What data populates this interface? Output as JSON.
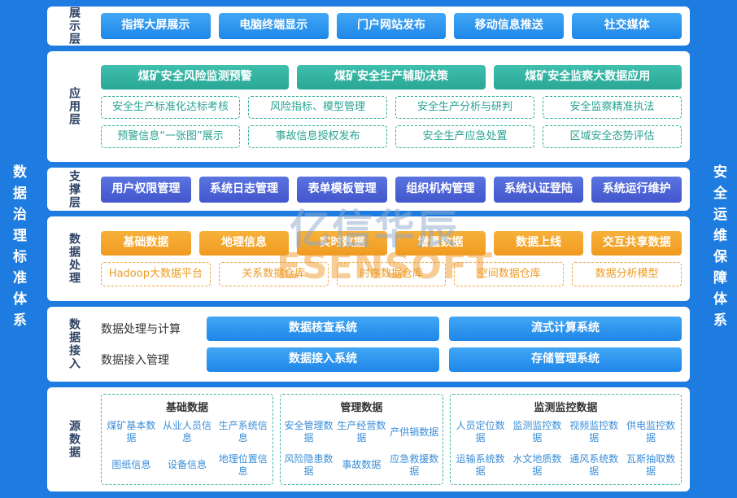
{
  "side_labels": {
    "left": "数据治理标准体系",
    "right": "安全运维保障体系"
  },
  "watermark": {
    "line1": "亿信华辰",
    "line2": "ESENSOFT"
  },
  "colors": {
    "background_blue": "#1e7ce0",
    "button_blue": "#2191ee",
    "button_teal": "#2fb3a3",
    "button_indigo": "#4a63d4",
    "button_orange": "#f5a72b",
    "dashed_teal": "#2fae9c",
    "dashed_orange": "#f0a43c",
    "source_item_text": "#3a8ed8",
    "panel_label_text": "#2e4363"
  },
  "layers": {
    "display": {
      "label": "展示层",
      "buttons": [
        "指挥大屏展示",
        "电脑终端显示",
        "门户网站发布",
        "移动信息推送",
        "社交媒体"
      ]
    },
    "application": {
      "label": "应用层",
      "primary": [
        "煤矿安全风险监测预警",
        "煤矿安全生产辅助决策",
        "煤矿安全监察大数据应用"
      ],
      "row2": [
        "安全生产标准化达标考核",
        "风险指标、模型管理",
        "安全生产分析与研判",
        "安全监察精准执法"
      ],
      "row3": [
        "预警信息“一张图”展示",
        "事故信息授权发布",
        "安全生产应急处置",
        "区域安全态势评估"
      ]
    },
    "support": {
      "label": "支撑层",
      "buttons": [
        "用户权限管理",
        "系统日志管理",
        "表单模板管理",
        "组织机构管理",
        "系统认证登陆",
        "系统运行维护"
      ]
    },
    "data_processing": {
      "label": "数据处理",
      "solid": [
        "基础数据",
        "地理信息",
        "实时数据",
        "增量数据",
        "数据上线",
        "交互共享数据"
      ],
      "dashed": [
        "Hadoop大数据平台",
        "关系数据仓库",
        "时序数据仓库",
        "空间数据仓库",
        "数据分析模型"
      ]
    },
    "data_access": {
      "label": "数据接入",
      "rows": [
        {
          "title": "数据处理与计算",
          "buttons": [
            "数据核查系统",
            "流式计算系统"
          ]
        },
        {
          "title": "数据接入管理",
          "buttons": [
            "数据接入系统",
            "存储管理系统"
          ]
        }
      ]
    },
    "source_data": {
      "label": "源数据",
      "groups": [
        {
          "title": "基础数据",
          "items": [
            "煤矿基本数据",
            "从业人员信息",
            "生产系统信息",
            "图纸信息",
            "设备信息",
            "地理位置信息"
          ]
        },
        {
          "title": "管理数据",
          "items": [
            "安全管理数据",
            "生产经营数据",
            "产供销数据",
            "风险隐患数据",
            "事故数据",
            "应急救援数据"
          ]
        },
        {
          "title": "监测监控数据",
          "items": [
            "人员定位数据",
            "监测监控数据",
            "视频监控数据",
            "供电监控数据",
            "运输系统数据",
            "水文地质数据",
            "通风系统数据",
            "瓦斯抽取数据"
          ]
        }
      ]
    }
  }
}
